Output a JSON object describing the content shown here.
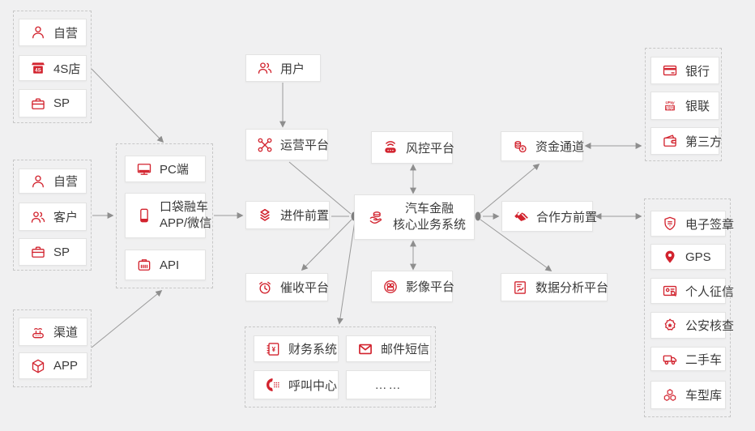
{
  "diagram": {
    "colors": {
      "accent_red": "#d2232e",
      "background": "#f0f0f1",
      "arrow_gray": "#8e8e8e",
      "box_border": "#e3e3e3",
      "dashed_border": "#c7c7c7",
      "text": "#3a3a3a"
    },
    "groups": {
      "dealer_sources": {
        "items": [
          {
            "label": "自营",
            "icon": "person"
          },
          {
            "label": "4S店",
            "icon": "store-4s"
          },
          {
            "label": "SP",
            "icon": "briefcase"
          }
        ]
      },
      "customer_sources": {
        "items": [
          {
            "label": "自营",
            "icon": "person"
          },
          {
            "label": "客户",
            "icon": "people"
          },
          {
            "label": "SP",
            "icon": "briefcase"
          }
        ]
      },
      "channel_sources": {
        "items": [
          {
            "label": "渠道",
            "icon": "antenna"
          },
          {
            "label": "APP",
            "icon": "cube"
          }
        ]
      },
      "access_channels": {
        "items": [
          {
            "label": "PC端",
            "icon": "monitor"
          },
          {
            "label": "口袋融车",
            "label2": "APP/微信",
            "icon": "smartphone"
          },
          {
            "label": "API",
            "icon": "api-port"
          }
        ]
      },
      "funding_partners": {
        "items": [
          {
            "label": "银行",
            "icon": "bank-card"
          },
          {
            "label": "银联",
            "icon": "unionpay"
          },
          {
            "label": "第三方",
            "icon": "wallet"
          }
        ]
      },
      "external_services": {
        "items": [
          {
            "label": "电子签章",
            "icon": "shield"
          },
          {
            "label": "GPS",
            "icon": "location-pin"
          },
          {
            "label": "个人征信",
            "icon": "id-card"
          },
          {
            "label": "公安核查",
            "icon": "badge-star"
          },
          {
            "label": "二手车",
            "icon": "truck"
          },
          {
            "label": "车型库",
            "icon": "cubes"
          }
        ]
      },
      "support_systems": {
        "items": [
          {
            "label": "财务系统",
            "icon": "ledger-yen"
          },
          {
            "label": "邮件短信",
            "icon": "envelope"
          },
          {
            "label": "呼叫中心",
            "icon": "phone-handset"
          },
          {
            "label": "……"
          }
        ]
      }
    },
    "nodes": {
      "user": {
        "label": "用户",
        "icon": "people"
      },
      "operation": {
        "label": "运营平台",
        "icon": "network-nodes"
      },
      "risk": {
        "label": "风控平台",
        "icon": "wifi-router"
      },
      "intake": {
        "label": "进件前置",
        "icon": "stack"
      },
      "core": {
        "label": "汽车金融",
        "label2": "核心业务系统",
        "icon": "hand-coins"
      },
      "collection": {
        "label": "催收平台",
        "icon": "alarm-clock"
      },
      "imaging": {
        "label": "影像平台",
        "icon": "film-camera"
      },
      "funds": {
        "label": "资金通道",
        "icon": "coins"
      },
      "partner": {
        "label": "合作方前置",
        "icon": "handshake"
      },
      "analytics": {
        "label": "数据分析平台",
        "icon": "doc-chart"
      }
    },
    "edges": [
      {
        "from": "dealer_sources",
        "to": "access_channels",
        "arrow": "end"
      },
      {
        "from": "customer_sources",
        "to": "access_channels",
        "arrow": "end"
      },
      {
        "from": "channel_sources",
        "to": "access_channels",
        "arrow": "end"
      },
      {
        "from": "access_channels",
        "to": "intake",
        "arrow": "end"
      },
      {
        "from": "user",
        "to": "operation",
        "arrow": "end"
      },
      {
        "from": "operation",
        "to": "core",
        "arrow": "none"
      },
      {
        "from": "intake",
        "to": "core",
        "arrow": "none"
      },
      {
        "from": "core",
        "to": "collection",
        "arrow": "end"
      },
      {
        "from": "core",
        "to": "support_systems",
        "arrow": "end"
      },
      {
        "from": "risk",
        "to": "core",
        "arrow": "both"
      },
      {
        "from": "imaging",
        "to": "core",
        "arrow": "both"
      },
      {
        "from": "core",
        "to": "funds",
        "arrow": "end"
      },
      {
        "from": "core",
        "to": "partner",
        "arrow": "end"
      },
      {
        "from": "core",
        "to": "analytics",
        "arrow": "end"
      },
      {
        "from": "funds",
        "to": "funding_partners",
        "arrow": "both"
      },
      {
        "from": "partner",
        "to": "external_services",
        "arrow": "both"
      }
    ]
  }
}
